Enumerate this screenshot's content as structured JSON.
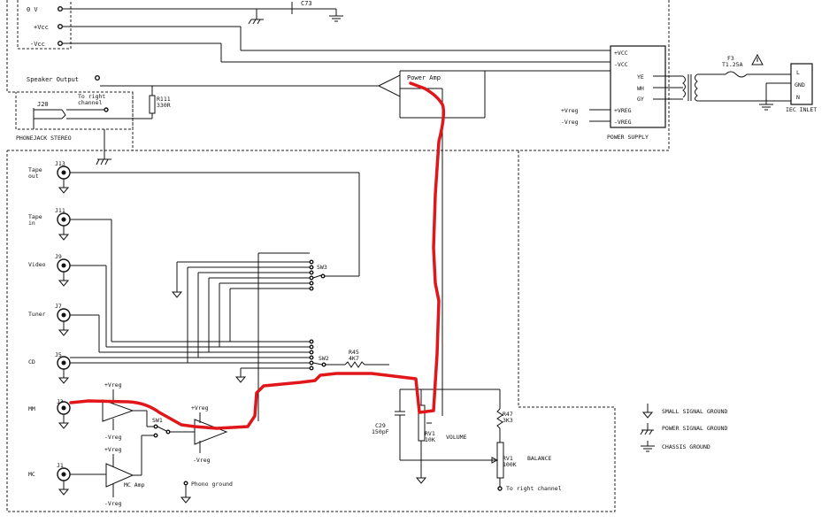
{
  "labels": {
    "power_rail_0v": "0 V",
    "power_rail_vcc_pos": "+Vcc",
    "power_rail_vcc_neg": "-Vcc",
    "c73": "C73",
    "speaker_output": "Speaker Output",
    "power_amp": "Power Amp",
    "to_right_channel_top": "To right\nchannel",
    "j20": "J20",
    "r111": "R111\n330R",
    "phonejack": "PHONEJACK STEREO",
    "ps_vcc_pos": "+VCC",
    "ps_vcc_neg": "-VCC",
    "ps_ye": "YE",
    "ps_wh": "WH",
    "ps_gy": "GY",
    "ps_vreg_pos": "+VREG",
    "ps_vreg_neg": "-VREG",
    "ps_title": "POWER SUPPLY",
    "vreg_pos": "+Vreg",
    "vreg_neg": "-Vreg",
    "f3": "F3\nT1.25A",
    "iec_l": "L",
    "iec_gnd": "GND",
    "iec_n": "N",
    "iec_inlet": "IEC INLET",
    "j13": "J13",
    "tape_out": "Tape\nout",
    "j11": "J11",
    "tape_in": "Tape\nin",
    "j9": "J9",
    "video": "Video",
    "j7": "J7",
    "tuner": "Tuner",
    "j5": "J5",
    "cd": "CD",
    "j3": "J3",
    "mm": "MM",
    "j1": "J1",
    "mc": "MC",
    "sw3": "SW3",
    "sw2": "SW2",
    "sw1": "SW1",
    "r45": "R45\n4K7",
    "mc_amp": "MC Amp",
    "phono_ground": "Phono ground",
    "c29": "C29\n150pF",
    "rv1_vol": "RV1\n10K",
    "volume": "VOLUME",
    "r47": "R47\n3K3",
    "rv1_bal": "RV1\n100K",
    "balance": "BALANCE",
    "to_right_channel_bottom": "To right channel",
    "legend_small": "SMALL SIGNAL GROUND",
    "legend_power": "POWER SIGNAL GROUND",
    "legend_chassis": "CHASSIS GROUND"
  },
  "colors": {
    "signal_path": "#e0161b",
    "wire": "#111111"
  }
}
